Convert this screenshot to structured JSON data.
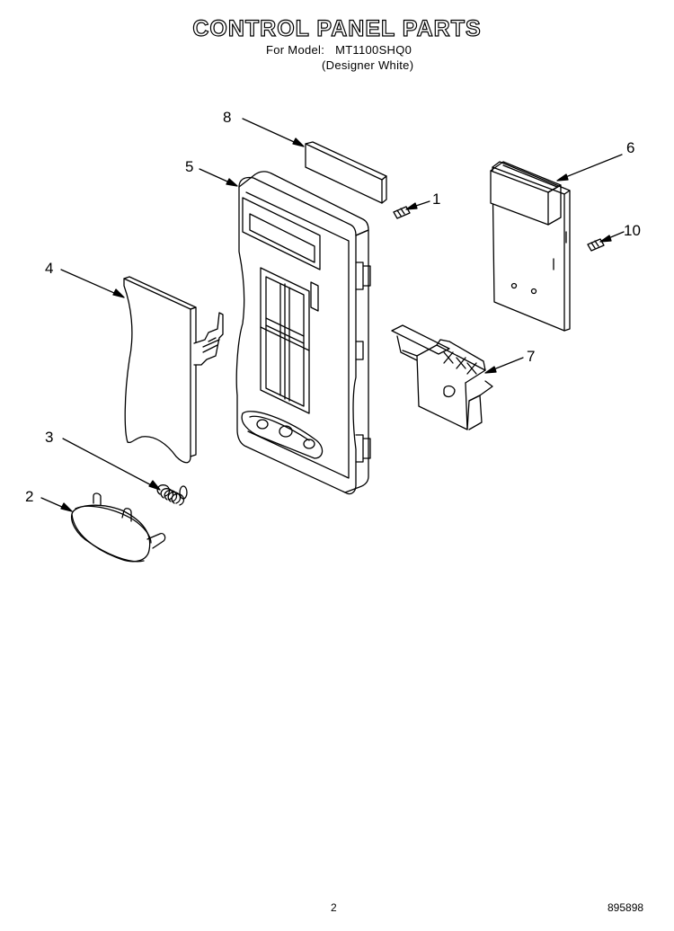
{
  "header": {
    "title": "CONTROL PANEL PARTS",
    "model_label": "For Model:",
    "model_number": "MT1100SHQ0",
    "variant": "(Designer White)"
  },
  "callouts": [
    "1",
    "2",
    "3",
    "4",
    "5",
    "6",
    "7",
    "8",
    "10"
  ],
  "footer": {
    "page_number": "2",
    "doc_code": "895898"
  }
}
